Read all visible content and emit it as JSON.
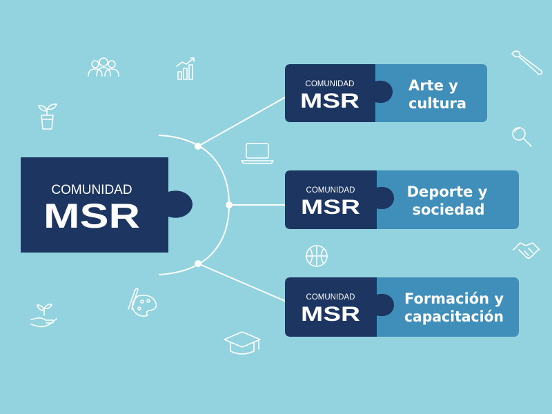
{
  "colors": {
    "background": "#93d2df",
    "navy": "#1c3561",
    "blue": "#3f8fba",
    "white": "#ffffff"
  },
  "main_piece": {
    "line1": "COMUNIDAD",
    "line2": "MSR"
  },
  "branches": [
    {
      "logo_line1": "COMUNIDAD",
      "logo_line2": "MSR",
      "label_line1": "Arte y",
      "label_line2": "cultura"
    },
    {
      "logo_line1": "COMUNIDAD",
      "logo_line2": "MSR",
      "label_line1": "Deporte y",
      "label_line2": "sociedad"
    },
    {
      "logo_line1": "COMUNIDAD",
      "logo_line2": "MSR",
      "label_line1": "Formación y",
      "label_line2": "capacitación"
    }
  ],
  "icons": [
    "people-icon",
    "growth-chart-icon",
    "plant-pot-icon",
    "paintbrush-icon",
    "magnifier-icon",
    "laptop-icon",
    "handshake-icon",
    "basketball-icon",
    "palette-icon",
    "hand-plant-icon",
    "graduation-cap-icon"
  ]
}
